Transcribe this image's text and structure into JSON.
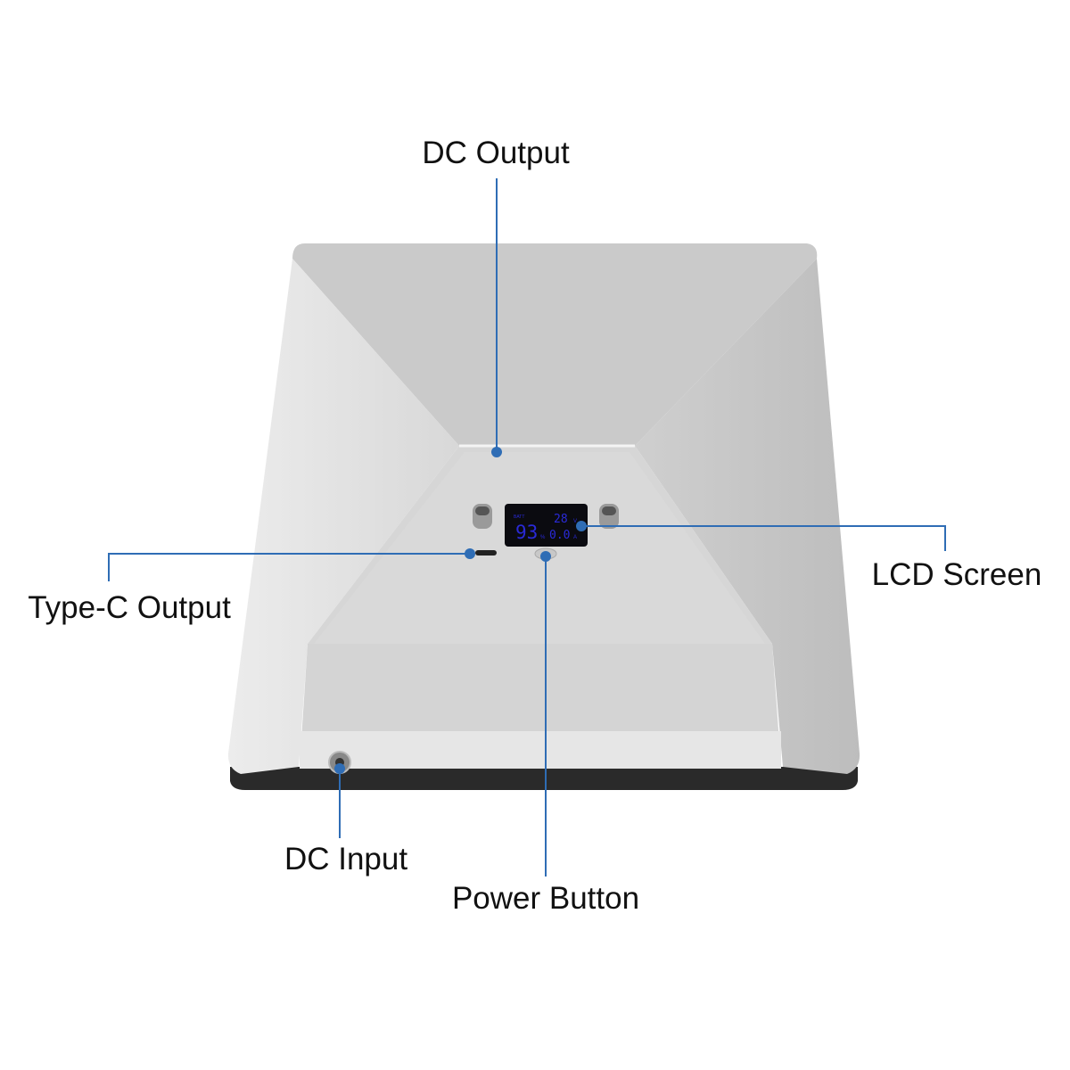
{
  "callouts": {
    "dc_output": "DC Output",
    "lcd_screen": "LCD Screen",
    "type_c_output": "Type-C Output",
    "dc_input": "DC Input",
    "power_button": "Power Button"
  },
  "lcd": {
    "percent": "93",
    "percent_unit": "%",
    "voltage": "28",
    "voltage_unit": "V",
    "current": "0.0",
    "current_unit": "A"
  },
  "colors": {
    "callout_line": "#2f6db5",
    "lcd_background": "#0b0b10",
    "lcd_digits": "#2a2ad8"
  }
}
